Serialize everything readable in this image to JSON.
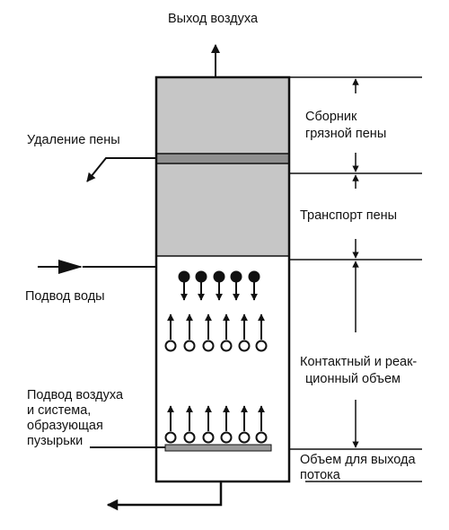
{
  "labels": {
    "air_out": "Выход воздуха",
    "foam_removal": "Удаление пены",
    "water_in": "Подвод воды",
    "air_in_line1": "Подвод воздуха",
    "air_in_line2": "и система,",
    "air_in_line3": "образующая",
    "air_in_line4": "пузырьки",
    "foam_collector_line1": "Сборник",
    "foam_collector_line2": "грязной пены",
    "foam_transport": "Транспорт пены",
    "contact_volume_line1": "Контактный и реак-",
    "contact_volume_line2": "ционный объем",
    "outflow_volume_line1": "Объем для выхода",
    "outflow_volume_line2": "потока"
  },
  "colors": {
    "ink": "#111111",
    "foam_fill": "#c6c6c6",
    "separator_fill": "#8f8f8f",
    "aerator_fill": "#9a9a9a"
  }
}
